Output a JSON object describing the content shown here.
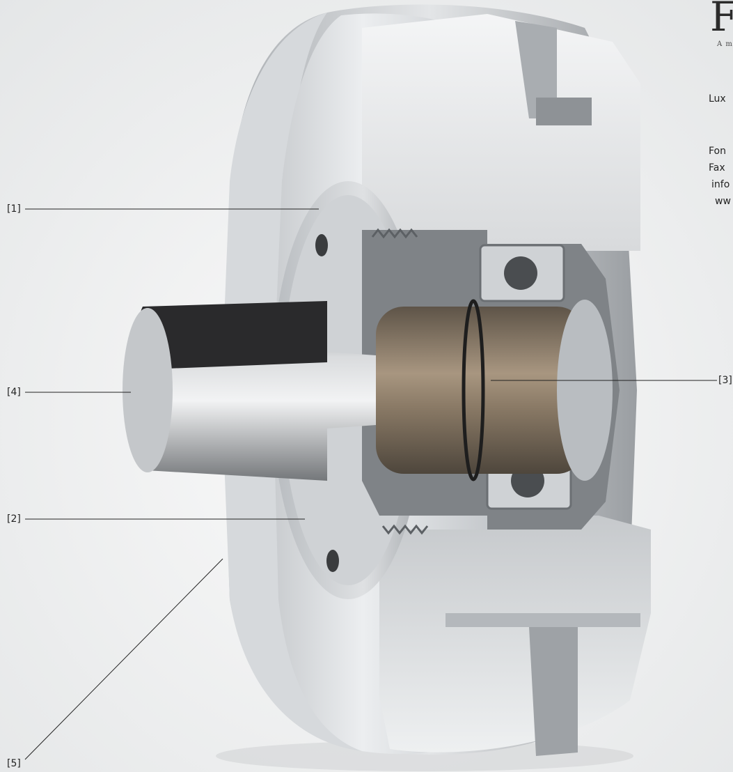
{
  "callouts": {
    "c1": "[1]",
    "c2": "[2]",
    "c3": "[3]",
    "c4": "[4]",
    "c5": "[5]"
  },
  "brand": {
    "logo_letter": "F",
    "tagline": "A m"
  },
  "contact": {
    "city": "Lux",
    "phone": "Fon",
    "fax": "Fax",
    "email": "info",
    "web": "ww"
  },
  "colors": {
    "background": "#f1f2f2",
    "aluminium_light": "#e8eaec",
    "aluminium_mid": "#c9ccd0",
    "aluminium_dark": "#8e9296",
    "steel_dark": "#2a2a2c",
    "bronze": "#8a7a66",
    "leader_line": "#222222"
  }
}
